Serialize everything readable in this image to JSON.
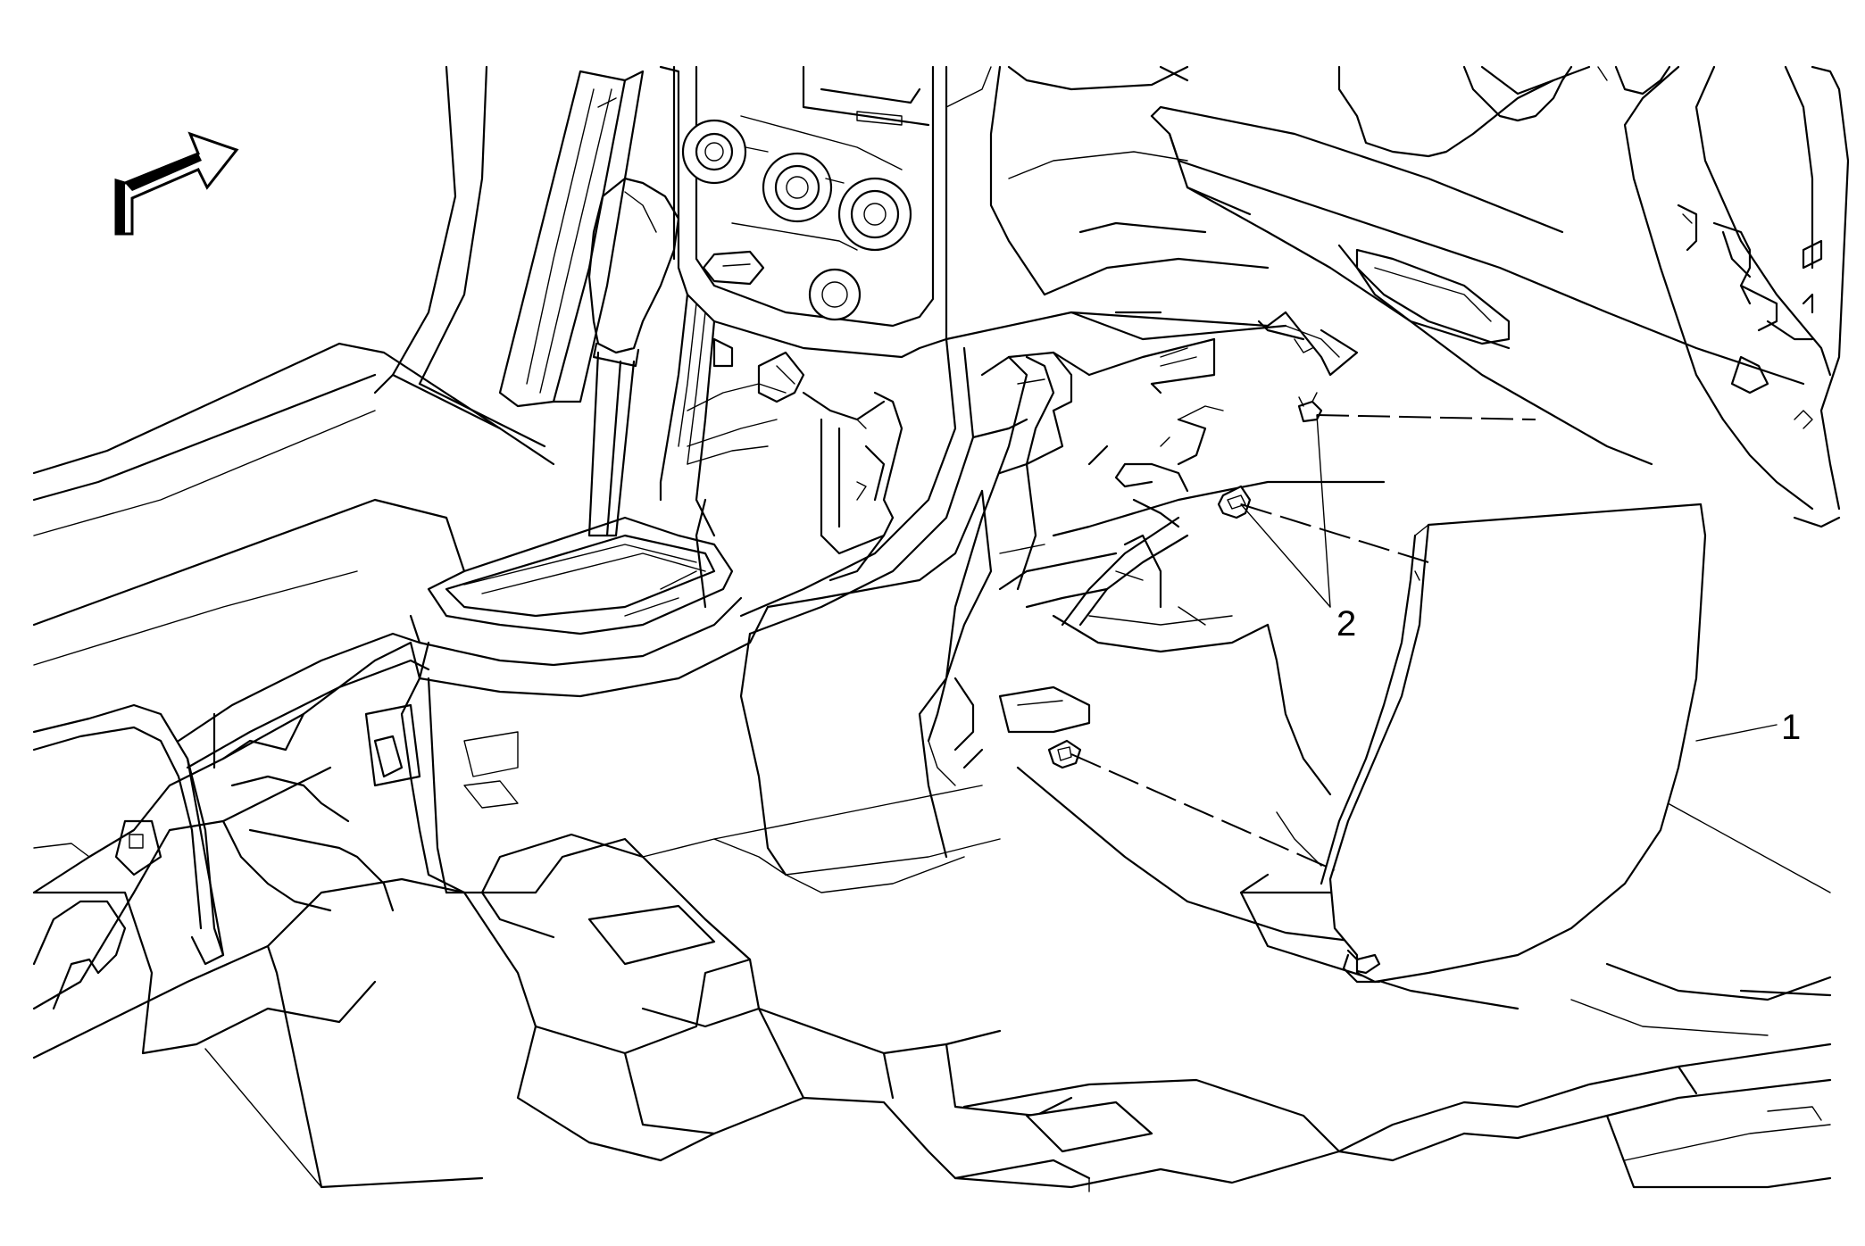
{
  "callouts": [
    {
      "id": "1",
      "label": "1",
      "part": "panel"
    },
    {
      "id": "2",
      "label": "2",
      "part": "retainers"
    }
  ],
  "icons": [
    "direction-arrow-icon"
  ],
  "colors": {
    "line": "#000000",
    "background": "#ffffff"
  }
}
